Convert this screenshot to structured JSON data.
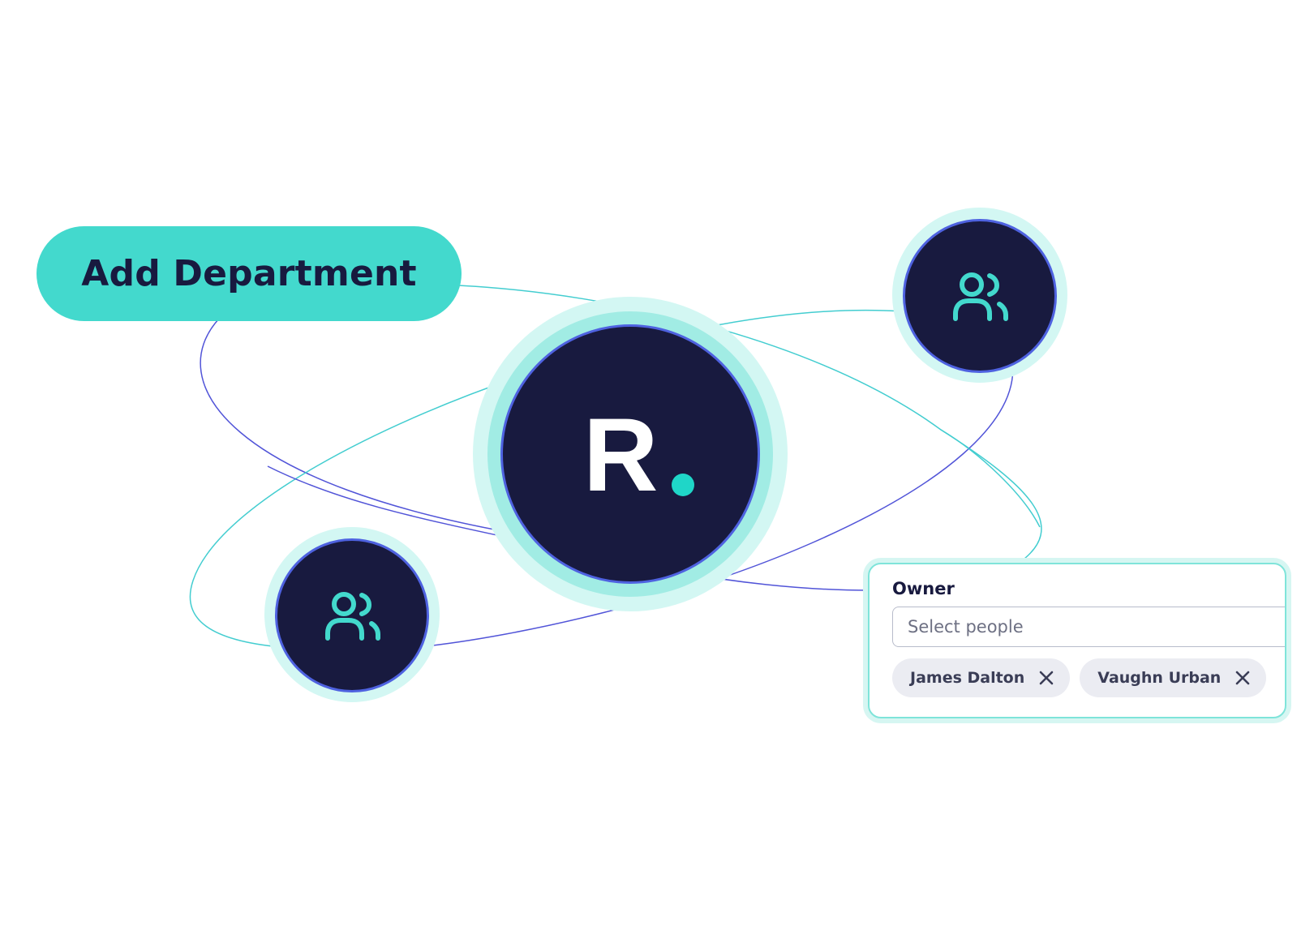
{
  "add_department": {
    "label": "Add Department"
  },
  "logo": {
    "letter": "R",
    "icon": "brand-logo-r-dot"
  },
  "team_nodes": [
    {
      "icon": "users-icon"
    },
    {
      "icon": "users-icon"
    }
  ],
  "owner_field": {
    "label": "Owner",
    "placeholder": "Select people",
    "value": "",
    "selected": [
      {
        "name": "James Dalton",
        "remove_icon": "close-icon"
      },
      {
        "name": "Vaughn Urban",
        "remove_icon": "close-icon"
      }
    ]
  },
  "colors": {
    "navy": "#181a3f",
    "teal": "#43d9cd",
    "teal_light": "#d3f7f3",
    "blue": "#4e62e0",
    "white": "#ffffff"
  }
}
